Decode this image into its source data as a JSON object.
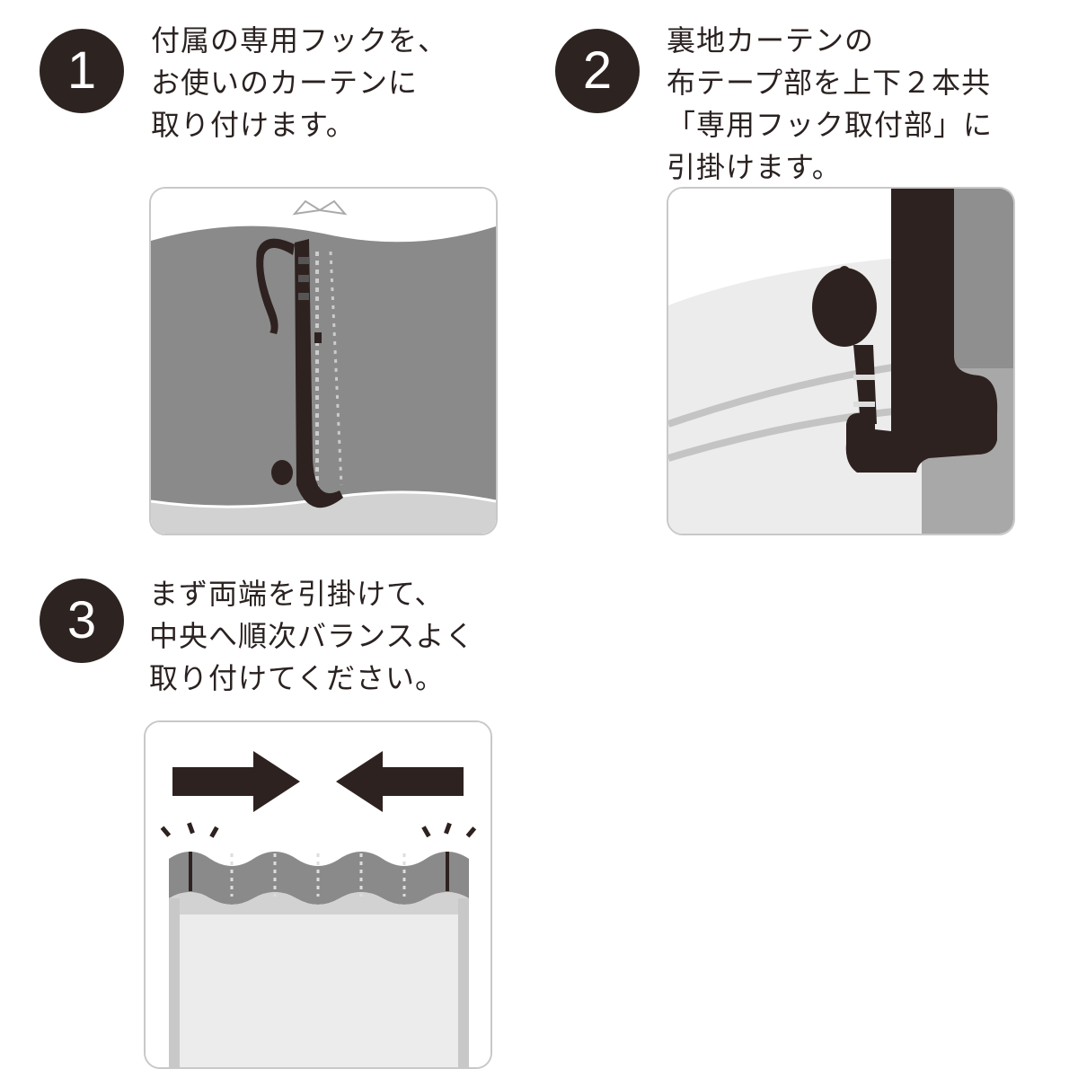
{
  "steps": [
    {
      "number": "1",
      "text": "付属の専用フックを、\nお使いのカーテンに\n取り付けます。"
    },
    {
      "number": "2",
      "text": "裏地カーテンの\n布テープ部を上下２本共\n「専用フック取付部」に\n引掛けます。"
    },
    {
      "number": "3",
      "text": "まず両端を引掛けて、\n中央へ順次バランスよく\n取り付けてください。"
    }
  ],
  "colors": {
    "dark": "#2d2422",
    "hook": "#2e2220",
    "curtain": "#8a8a8a",
    "light": "#d2d2d2",
    "pale": "#ececec"
  }
}
